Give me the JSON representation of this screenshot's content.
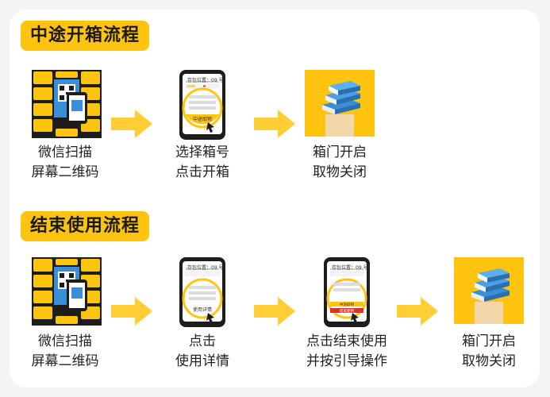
{
  "colors": {
    "accent": "#ffc410",
    "dark": "#1d1d1d",
    "arrow": "#ffc410"
  },
  "sections": [
    {
      "title": "中途开箱流程",
      "steps": [
        {
          "line1": "微信扫描",
          "line2": "屏幕二维码",
          "icon": "locker-qr-scan-icon"
        },
        {
          "line1": "选择箱号",
          "line2": "点击开箱",
          "icon": "phone-select-box-icon",
          "screen_label": "中途取物",
          "screen_header": "存包位置：09 号"
        },
        {
          "line1": "箱门开启",
          "line2": "取物关闭",
          "icon": "books-in-locker-icon"
        }
      ]
    },
    {
      "title": "结束使用流程",
      "steps": [
        {
          "line1": "微信扫描",
          "line2": "屏幕二维码",
          "icon": "locker-qr-scan-icon"
        },
        {
          "line1": "点击",
          "line2": "使用详情",
          "icon": "phone-usage-detail-icon",
          "screen_label": "使用详情",
          "screen_header": "存包位置：09 号"
        },
        {
          "line1": "点击结束使用",
          "line2": "并按引导操作",
          "icon": "phone-end-use-icon",
          "screen_label": "结束使用",
          "screen_label2": "中途取物",
          "screen_header": "存包位置：09 号"
        },
        {
          "line1": "箱门开启",
          "line2": "取物关闭",
          "icon": "books-in-locker-icon"
        }
      ]
    }
  ]
}
